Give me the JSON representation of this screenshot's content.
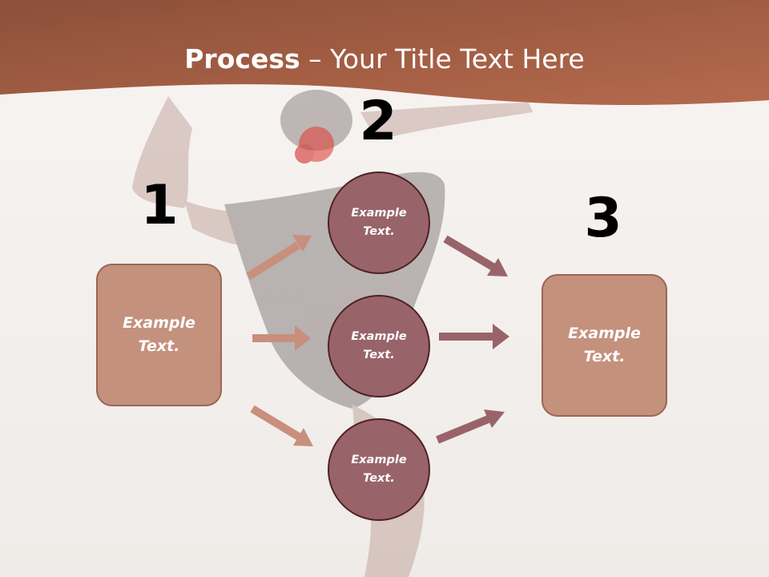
{
  "title": {
    "bold": "Process",
    "rest": " – Your Title Text Here"
  },
  "steps": [
    {
      "number": "1",
      "label": "Example\nText."
    },
    {
      "number": "2",
      "circles": [
        "Example\nText.",
        "Example\nText.",
        "Example\nText."
      ]
    },
    {
      "number": "3",
      "label": "Example\nText."
    }
  ],
  "colors": {
    "banner": "#a35e44",
    "box_fill": "#c4917c",
    "circle_fill": "#98646a",
    "arrow_light": "#c88f7c",
    "arrow_dark": "#98646a"
  }
}
